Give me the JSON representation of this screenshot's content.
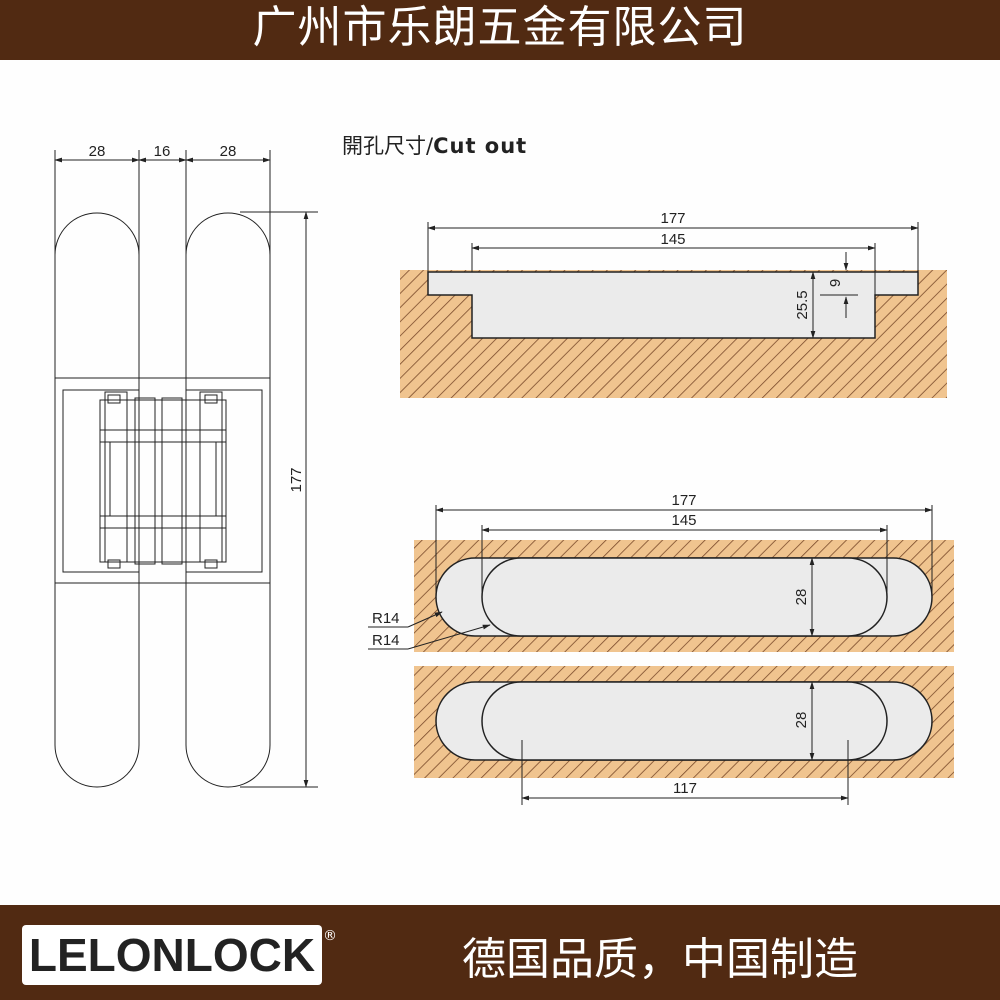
{
  "header": {
    "company": "广州市乐朗五金有限公司"
  },
  "cutout": {
    "title_cn": "開孔尺寸/",
    "title_en": "Cut out"
  },
  "hinge_dims": {
    "left_width": "28",
    "middle_width": "16",
    "right_width": "28",
    "total_height": "177"
  },
  "side_view_dims": {
    "total_length": "177",
    "inner_length": "145",
    "depth": "25.5",
    "step": "9"
  },
  "top_view_dims": {
    "total_length": "177",
    "inner_length": "145",
    "width": "28",
    "radius_outer": "R14",
    "radius_inner": "R14"
  },
  "bottom_view_dims": {
    "width": "28",
    "screw_spacing": "117"
  },
  "footer": {
    "logo": "LELONLOCK",
    "registered": "®",
    "slogan": "德国品质，中国制造"
  },
  "colors": {
    "brand_brown": "#512a12",
    "wood": "#f0c48f",
    "hatch": "#7a4a2a",
    "metal": "#ebebeb"
  }
}
